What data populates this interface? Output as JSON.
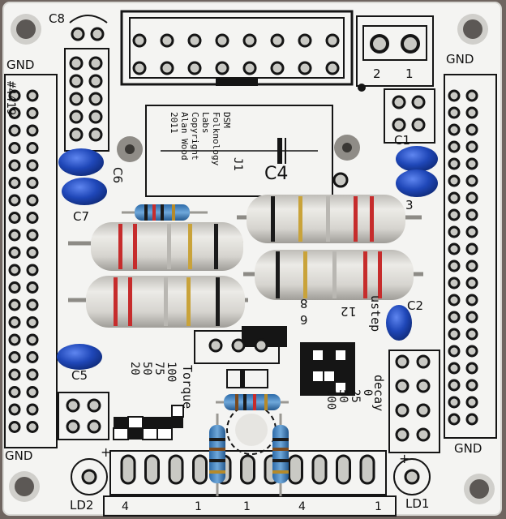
{
  "board": {
    "colors": {
      "pcb": "#f4f4f2",
      "silk": "#151515",
      "pad": "#c9c9c4",
      "cap_blue": "#1f47b8",
      "res_body": "#d9d7d2",
      "background": "#6f6560"
    },
    "gnd_labels": [
      "GND",
      "GND",
      "GND",
      "GND"
    ],
    "serial": "#4419",
    "credits": [
      "DSM",
      "Folknology",
      "Labs",
      "Copyright",
      "Alan Wood",
      "2011"
    ],
    "credit_j1": "J1",
    "cap_labels": {
      "c1": "C1",
      "c2": "C2",
      "c3": "3",
      "c4": "C4",
      "c5": "C5",
      "c6": "C6",
      "c7": "C7",
      "c8": "C8"
    },
    "connector_numbers": {
      "two": "2",
      "one": "1"
    },
    "res_labels": {
      "r2": "2",
      "r1": "1",
      "r8": "8",
      "r6": "6"
    },
    "ustep_label": "ustep",
    "decay_label": "decay",
    "decay_values": [
      "0",
      "25",
      "50",
      "100"
    ],
    "torque_label": "Torque",
    "torque_values": [
      "100",
      "75",
      "50",
      "20"
    ],
    "led_labels": {
      "ld1": "LD1",
      "ld2": "LD2"
    },
    "bottom_numbers": [
      "4",
      "1",
      "1",
      "4",
      "1"
    ],
    "plus_signs": [
      "+",
      "+"
    ]
  }
}
